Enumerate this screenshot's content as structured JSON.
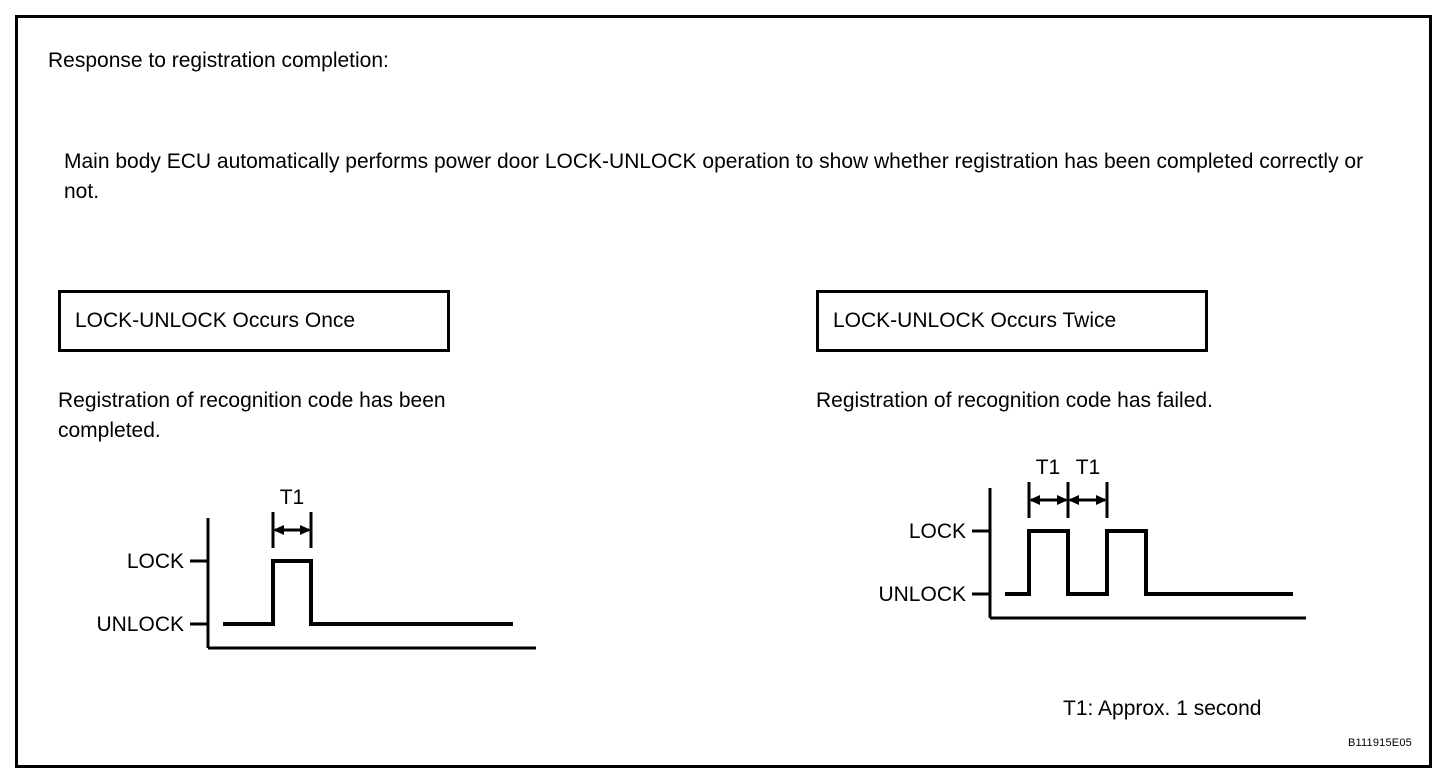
{
  "document": {
    "heading": "Response to registration completion:",
    "intro": "Main body ECU automatically performs power door LOCK-UNLOCK operation to show whether registration has been completed correctly or not.",
    "reference_code": "B111915E05",
    "note": "T1: Approx. 1 second"
  },
  "panels": [
    {
      "title": "LOCK-UNLOCK Occurs Once",
      "caption": "Registration of recognition code has been completed.",
      "y_labels": {
        "high": "LOCK",
        "low": "UNLOCK"
      },
      "dimension_labels": [
        "T1"
      ]
    },
    {
      "title": "LOCK-UNLOCK Occurs Twice",
      "caption": "Registration of recognition code has failed.",
      "y_labels": {
        "high": "LOCK",
        "low": "UNLOCK"
      },
      "dimension_labels": [
        "T1",
        "T1"
      ]
    }
  ],
  "chart_data": [
    {
      "type": "line",
      "title": "LOCK-UNLOCK Occurs Once",
      "xlabel": "",
      "ylabel": "",
      "states": [
        "UNLOCK",
        "LOCK"
      ],
      "pulse_count": 1,
      "pulse_width_label": "T1",
      "pulse_duration_seconds": 1,
      "x": [
        0,
        65,
        65,
        103,
        103,
        305
      ],
      "y": [
        "UNLOCK",
        "UNLOCK",
        "LOCK",
        "LOCK",
        "UNLOCK",
        "UNLOCK"
      ],
      "annotations": [
        "T1"
      ]
    },
    {
      "type": "line",
      "title": "LOCK-UNLOCK Occurs Twice",
      "xlabel": "",
      "ylabel": "",
      "states": [
        "UNLOCK",
        "LOCK"
      ],
      "pulse_count": 2,
      "pulse_width_label": "T1",
      "pulse_duration_seconds": 1,
      "x": [
        0,
        65,
        65,
        104,
        104,
        143,
        143,
        182,
        182,
        305
      ],
      "y": [
        "UNLOCK",
        "UNLOCK",
        "LOCK",
        "LOCK",
        "UNLOCK",
        "UNLOCK",
        "LOCK",
        "LOCK",
        "UNLOCK",
        "UNLOCK"
      ],
      "annotations": [
        "T1",
        "T1"
      ]
    }
  ]
}
